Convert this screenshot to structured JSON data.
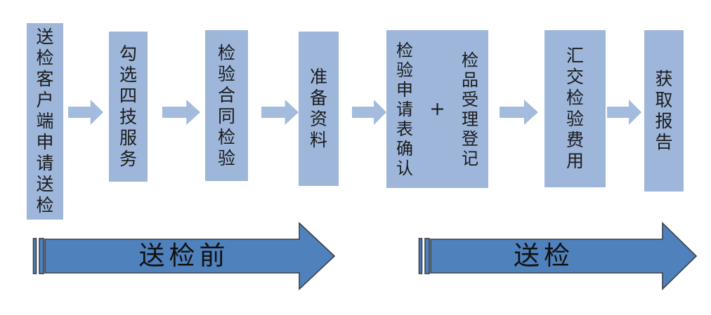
{
  "diagram": {
    "steps": [
      {
        "label": "送检客户端申请送检"
      },
      {
        "label": "勾选四技服务"
      },
      {
        "label": "检验合同检验"
      },
      {
        "label": "准备资料"
      },
      {
        "label_left": "检验申请表确认",
        "operator": "+",
        "label_right": "检品受理登记"
      },
      {
        "label": "汇交检验费用"
      },
      {
        "label": "获取报告"
      }
    ],
    "phases": [
      {
        "label": "送检前"
      },
      {
        "label": "送检"
      }
    ],
    "colors": {
      "step_box_fill": "#9db6da",
      "connector_arrow_fill": "#a3bcde",
      "phase_arrow_fill": "#4f81bd",
      "phase_arrow_outline": "#3a3f47",
      "text": "#1b1b1b"
    }
  }
}
